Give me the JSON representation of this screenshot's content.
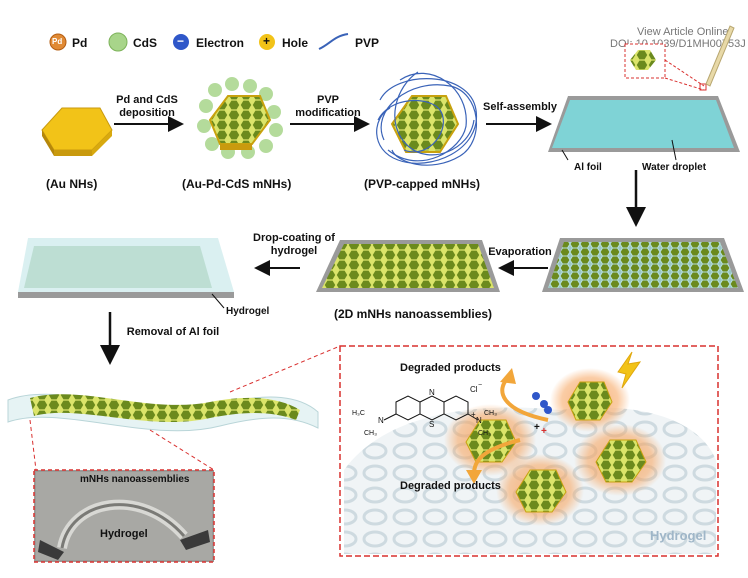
{
  "header": {
    "view_article": "View Article Online",
    "doi": "DOI: 10.1039/D1MH00753J"
  },
  "legend": {
    "pd": "Pd",
    "pd_symbol": "Pd",
    "cds": "CdS",
    "electron": "Electron",
    "electron_symbol": "−",
    "hole": "Hole",
    "hole_symbol": "+",
    "pvp": "PVP"
  },
  "steps": {
    "deposition_line1": "Pd and CdS",
    "deposition_line2": "deposition",
    "pvp_line1": "PVP",
    "pvp_line2": "modification",
    "self_assembly": "Self-assembly",
    "evaporation": "Evaporation",
    "dropcoat_line1": "Drop-coating of",
    "dropcoat_line2": "hydrogel",
    "removal": "Removal of Al foil"
  },
  "labels": {
    "au_nhs": "(Au NHs)",
    "au_pd_cds": "(Au-Pd-CdS mNHs)",
    "pvp_capped": "(PVP-capped mNHs)",
    "al_foil": "Al foil",
    "water_droplet": "Water droplet",
    "hydrogel_small": "Hydrogel",
    "nanoassemblies_2d": "(2D mNHs nanoassemblies)",
    "photo_nano": "mNHs nanoassemblies",
    "photo_hydrogel": "Hydrogel",
    "degraded_top": "Degraded products",
    "degraded_bottom": "Degraded products",
    "hydrogel_big": "Hydrogel"
  },
  "molecule": {
    "cl": "Cl",
    "cl_charge": "−",
    "n_left": "N",
    "n_right": "N",
    "n_center": "N",
    "s_atom": "S",
    "charge": "+",
    "ch3_a": "H₃C",
    "ch3_b": "CH₃",
    "ch3_c": "CH₃",
    "ch3_d": "CH₃"
  },
  "colors": {
    "gold": "#f2c318",
    "cds_green": "#a8d58a",
    "hex_green": "#6a8a1c",
    "water": "#7fd3d6",
    "red_dash": "#d9302f",
    "electron_blue": "#2f57c9",
    "pvp_blue": "#3a63b8",
    "glow": "#f7a35c"
  }
}
